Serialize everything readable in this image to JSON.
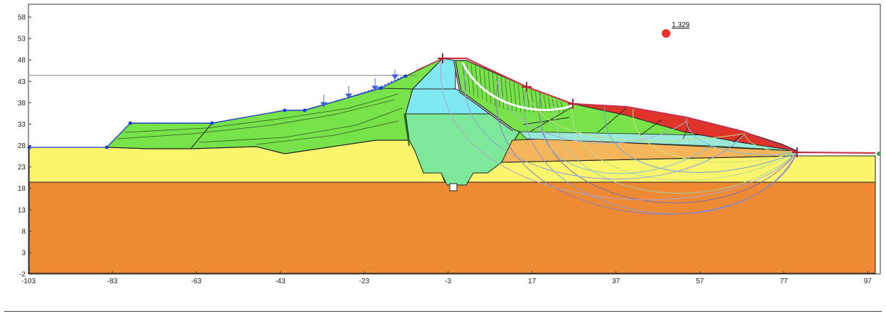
{
  "axes": {
    "x_ticks": [
      "-103",
      "-83",
      "-63",
      "-43",
      "-23",
      "-3",
      "17",
      "37",
      "57",
      "77",
      "97"
    ],
    "y_ticks": [
      "58",
      "53",
      "48",
      "43",
      "38",
      "33",
      "28",
      "23",
      "18",
      "13",
      "8",
      "3",
      "-2"
    ],
    "x_range": [
      -103,
      100
    ],
    "y_range": [
      -2,
      61
    ]
  },
  "critical_surface": {
    "factor_of_safety": "1.329",
    "marker_color": "#e8332a"
  },
  "colors": {
    "foundation": "#ee8a33",
    "alluvium": "#fbf56d",
    "embankment": "#78e24a",
    "core_upper": "#7fe8f0",
    "core_lower": "#7ee89a",
    "rockfill": "#f5b55a",
    "failure_wedge": "#e0342b",
    "crest_surface": "#c8344a",
    "critical_arc": "#ffffff",
    "water_table": "#1a3cd6",
    "reservoir_line": "#777777"
  }
}
